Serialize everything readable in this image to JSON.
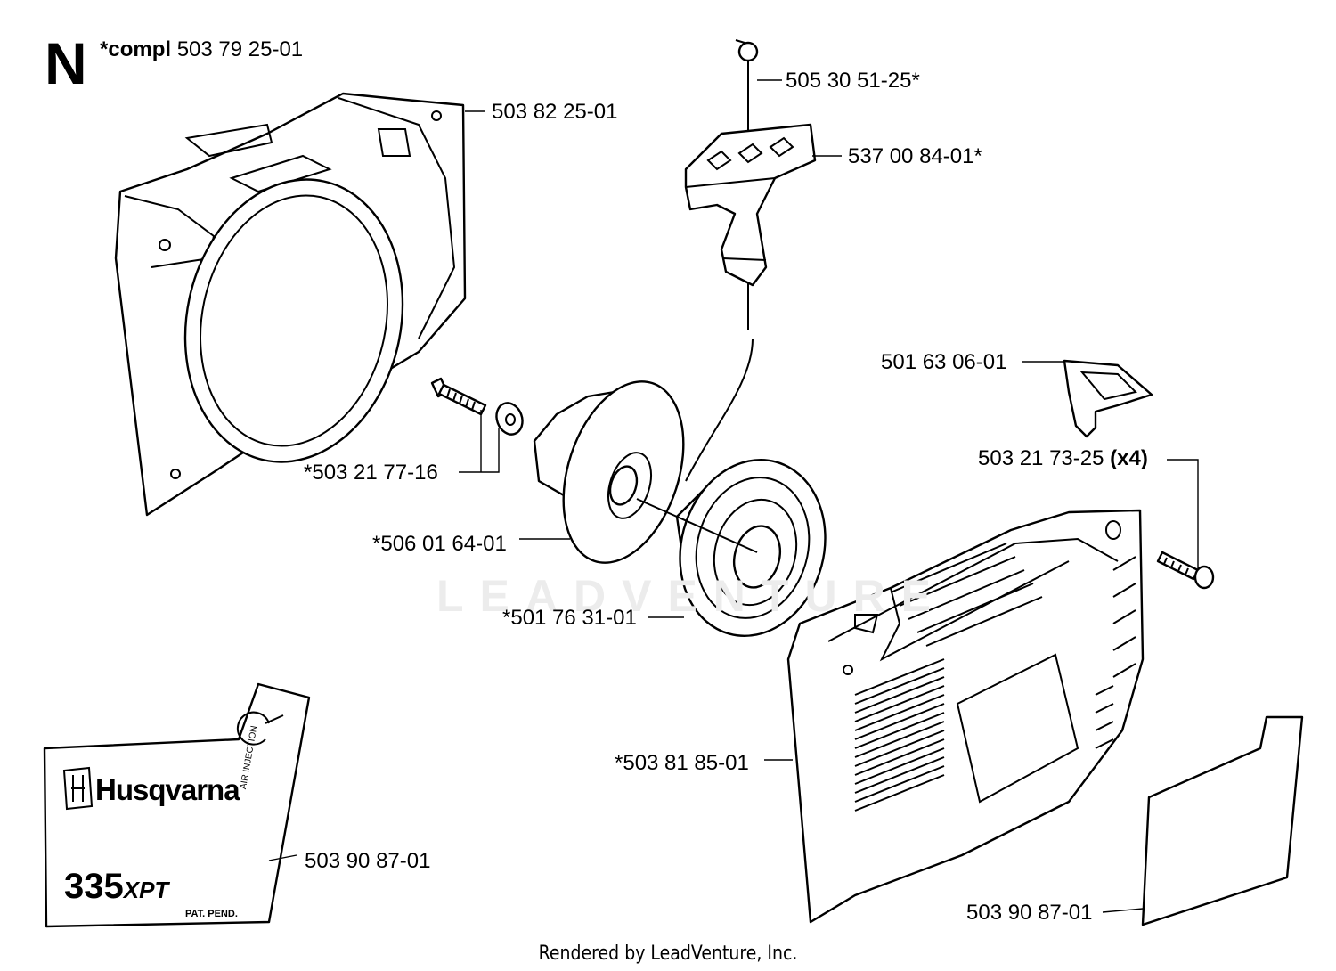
{
  "section": "N",
  "compl": {
    "prefix": "*compl",
    "part": "503 79 25-01"
  },
  "labels": {
    "starter_housing": "503 82 25-01",
    "starter_rope": "505 30 51-25*",
    "starter_handle": "537 00 84-01*",
    "rope_guide": "501 63 06-01",
    "screw_x4_part": "503 21 73-25",
    "screw_x4_qty": "(x4)",
    "screw_washer": "*503 21 77-16",
    "pulley": "*506 01 64-01",
    "spring_cassette": "*501 76 31-01",
    "fan_cover": "*503 81 85-01",
    "decal_left": "503 90 87-01",
    "decal_right": "503 90 87-01"
  },
  "decal": {
    "brand": "Husqvarna",
    "model_number": "335",
    "model_suffix": "XPT",
    "pat": "PAT. PEND.",
    "air": "AIR INJECTION"
  },
  "watermark": "LEADVENTURE",
  "footer": "Rendered by LeadVenture, Inc."
}
